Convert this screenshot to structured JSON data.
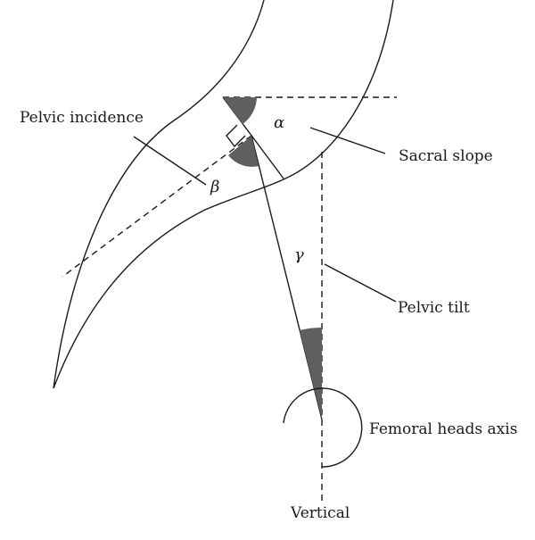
{
  "labels": {
    "pelvic_incidence": "Pelvic incidence",
    "sacral_slope": "Sacral slope",
    "pelvic_tilt": "Pelvic tilt",
    "femoral_heads_axis": "Femoral heads axis",
    "vertical": "Vertical"
  },
  "angles": {
    "alpha": "α",
    "beta": "β",
    "gamma": "γ"
  },
  "colors": {
    "stroke": "#1a1a1a",
    "angle_fill": "#5f5f5f",
    "background": "#ffffff"
  }
}
